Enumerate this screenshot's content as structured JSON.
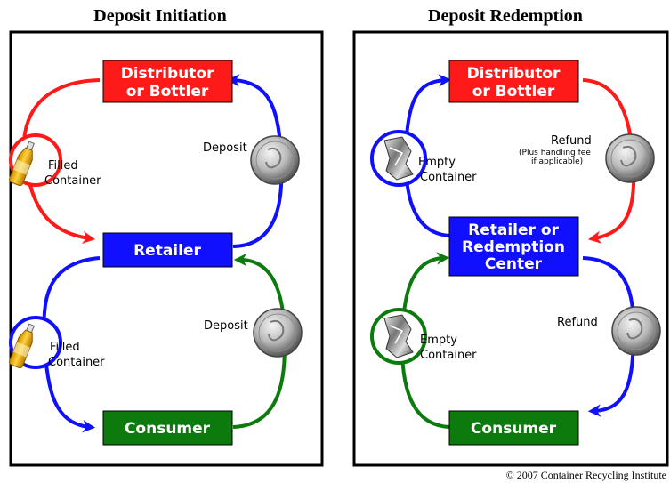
{
  "colors": {
    "red": "#ff1a1a",
    "blue": "#1010ff",
    "green": "#0c7a0c",
    "frame": "#000000"
  },
  "left_panel": {
    "title": "Deposit Initiation",
    "distributor": [
      "Distributor",
      "or Bottler"
    ],
    "retailer": "Retailer",
    "consumer": "Consumer",
    "top_left_item": [
      "Filled",
      "Container"
    ],
    "top_right_item": "Deposit",
    "bottom_left_item": [
      "Filled",
      "Container"
    ],
    "bottom_right_item": "Deposit",
    "icons": {
      "bottle": "bottle-icon",
      "coin": "coin-icon"
    }
  },
  "right_panel": {
    "title": "Deposit Redemption",
    "distributor": [
      "Distributor",
      "or Bottler"
    ],
    "retailer": [
      "Retailer or",
      "Redemption",
      "Center"
    ],
    "consumer": "Consumer",
    "top_left_item": [
      "Empty",
      "Container"
    ],
    "top_right_item": "Refund",
    "top_right_note": [
      "(Plus handling fee",
      "if applicable)"
    ],
    "bottom_left_item": [
      "Empty",
      "Container"
    ],
    "bottom_right_item": "Refund",
    "icons": {
      "can": "crushed-can-icon",
      "coin": "coin-icon"
    }
  },
  "copyright": "© 2007 Container Recycling Institute"
}
